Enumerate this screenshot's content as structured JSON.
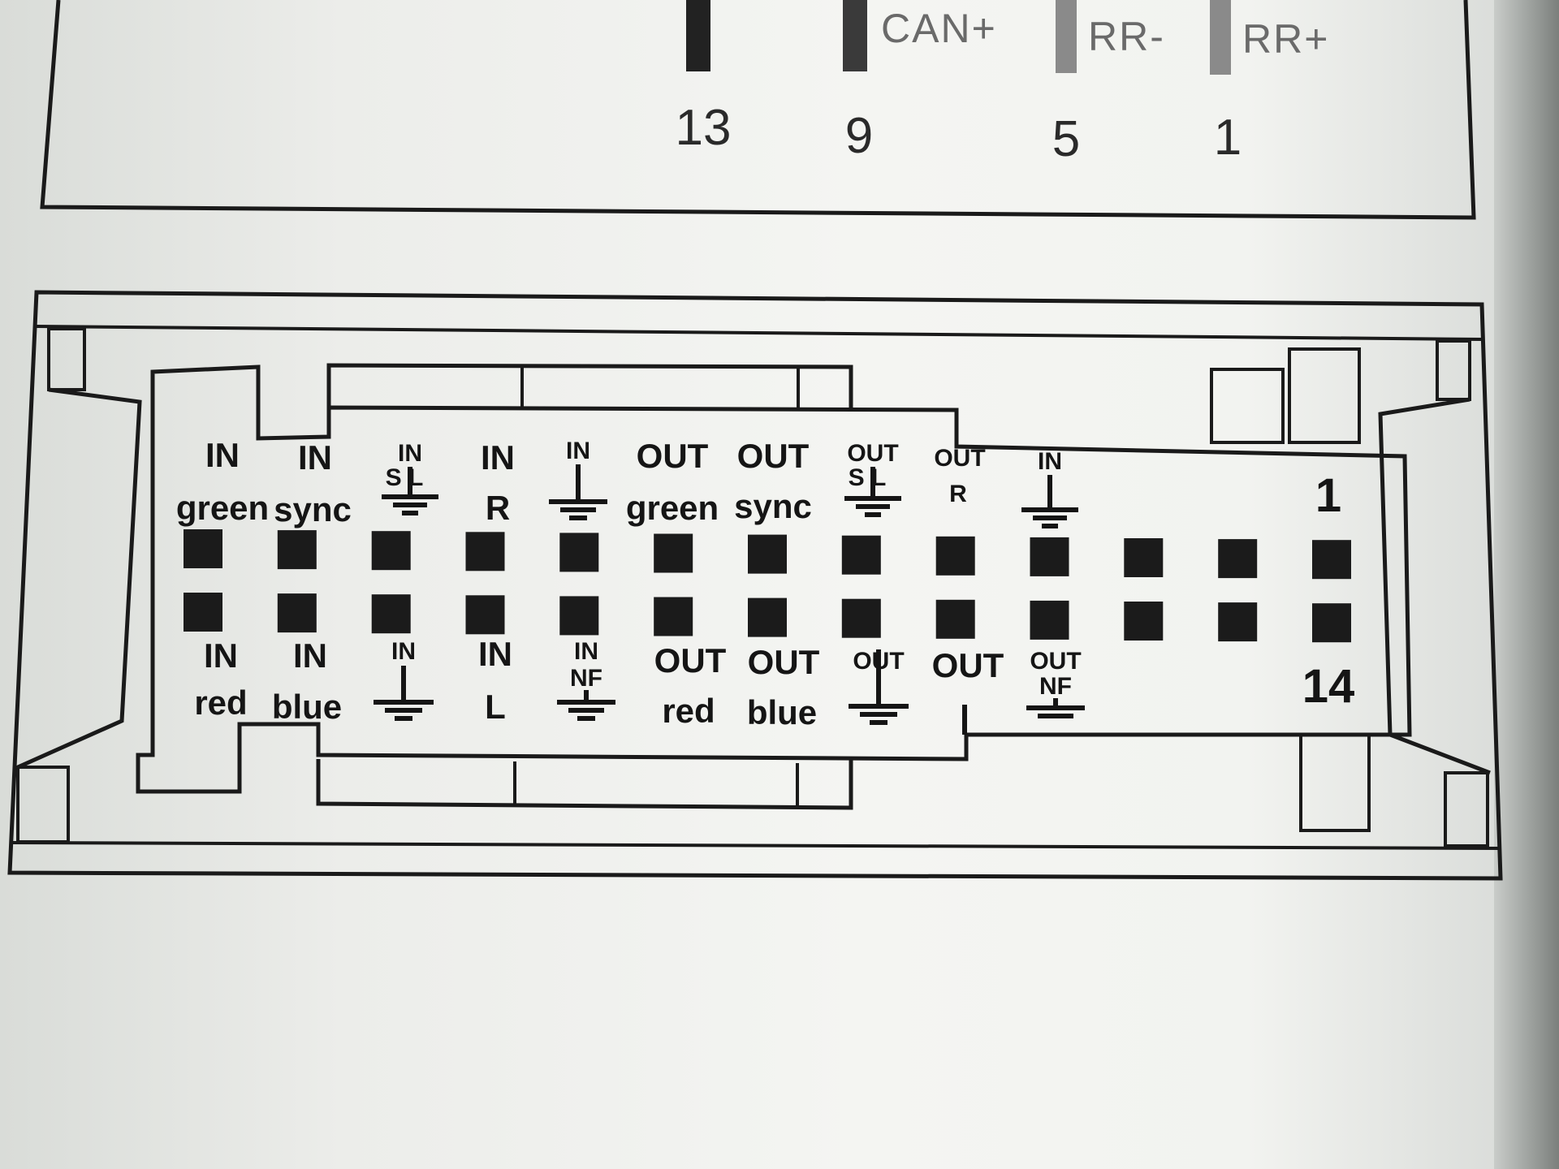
{
  "top_connector": {
    "labels": [
      "CAN+",
      "RR-",
      "RR+"
    ],
    "pin_numbers": [
      "13",
      "9",
      "5",
      "1"
    ]
  },
  "main_connector": {
    "pin_index_top": "1",
    "pin_index_bottom": "14",
    "top_row": [
      {
        "line1": "IN",
        "line2": "green",
        "ground": false
      },
      {
        "line1": "IN",
        "line2": "sync",
        "ground": false
      },
      {
        "line1": "IN",
        "line2": "S L",
        "ground": true
      },
      {
        "line1": "IN",
        "line2": "R",
        "ground": false
      },
      {
        "line1": "IN",
        "line2": "",
        "ground": true
      },
      {
        "line1": "OUT",
        "line2": "green",
        "ground": false
      },
      {
        "line1": "OUT",
        "line2": "sync",
        "ground": false
      },
      {
        "line1": "OUT",
        "line2": "S L",
        "ground": true
      },
      {
        "line1": "OUT",
        "line2": "R",
        "ground": false
      },
      {
        "line1": "IN",
        "line2": "",
        "ground": true
      }
    ],
    "bottom_row": [
      {
        "line1": "IN",
        "line2": "red",
        "ground": false
      },
      {
        "line1": "IN",
        "line2": "blue",
        "ground": false
      },
      {
        "line1": "IN",
        "line2": "",
        "ground": true
      },
      {
        "line1": "IN",
        "line2": "L",
        "ground": false
      },
      {
        "line1": "IN",
        "line2": "NF",
        "ground": true
      },
      {
        "line1": "OUT",
        "line2": "red",
        "ground": false
      },
      {
        "line1": "OUT",
        "line2": "blue",
        "ground": false
      },
      {
        "line1": "OUT",
        "line2": "",
        "ground": true
      },
      {
        "line1": "OUT",
        "line2": "",
        "ground": false
      },
      {
        "line1": "OUT",
        "line2": "NF",
        "ground": true
      }
    ],
    "pin_count_per_row": 13
  }
}
